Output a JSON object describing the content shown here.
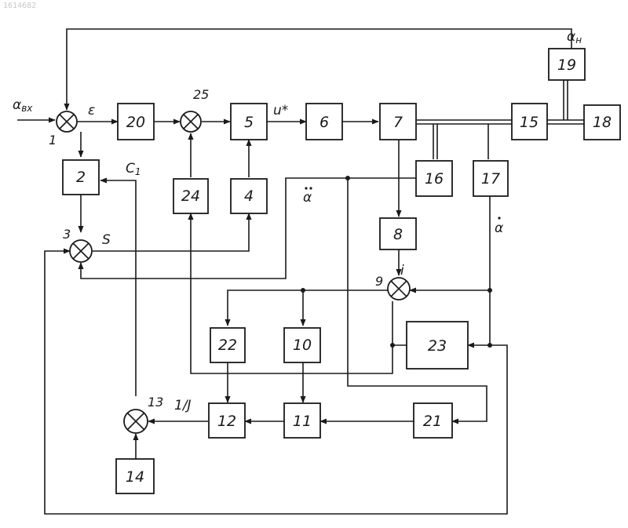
{
  "corner_id": "1614682",
  "blocks": {
    "b2": "2",
    "b4": "4",
    "b5": "5",
    "b6": "6",
    "b7": "7",
    "b8": "8",
    "b10": "10",
    "b11": "11",
    "b12": "12",
    "b14": "14",
    "b15": "15",
    "b16": "16",
    "b17": "17",
    "b18": "18",
    "b19": "19",
    "b20": "20",
    "b21": "21",
    "b22": "22",
    "b23": "23",
    "b24": "24"
  },
  "junctions": {
    "j1": "1",
    "j3": "3",
    "j9": "9",
    "j13": "13",
    "j25": "25"
  },
  "signals": {
    "alpha_in": "α",
    "alpha_in_sub": "вх",
    "epsilon": "ε",
    "u_star": "u*",
    "alpha_h": "α",
    "alpha_h_sub": "н",
    "c1": "C",
    "c1_sub": "1",
    "s": "S",
    "alpha_ddot": "α",
    "alpha_dot": "α",
    "i": "i",
    "inv_j": "1/J"
  }
}
